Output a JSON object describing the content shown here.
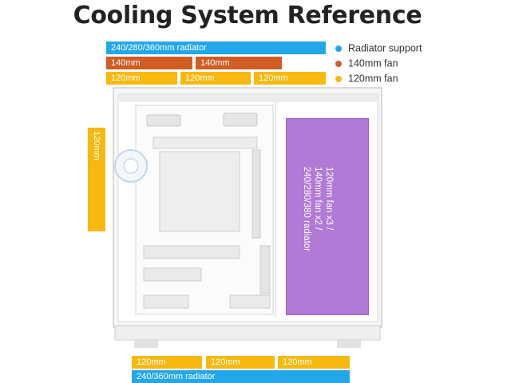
{
  "title": "Cooling System Reference",
  "top_bars": {
    "radiator": "240/280/360mm radiator",
    "fan140": [
      "140mm",
      "140mm"
    ],
    "fan120": [
      "120mm",
      "120mm",
      "120mm"
    ]
  },
  "legend": [
    {
      "label": "Radiator support",
      "color": "#22a8ea"
    },
    {
      "label": "140mm fan",
      "color": "#d15c24"
    },
    {
      "label": "120mm fan",
      "color": "#f7b90f"
    }
  ],
  "side_bar": "120mm",
  "purple_text": [
    "120mm fan x3 /",
    "140mm fan x2 /",
    "240/280/380 radiator"
  ],
  "bottom_bars": {
    "fan120": [
      "120mm",
      "120mm",
      "120mm"
    ],
    "radiator": "240/360mm radiator"
  }
}
